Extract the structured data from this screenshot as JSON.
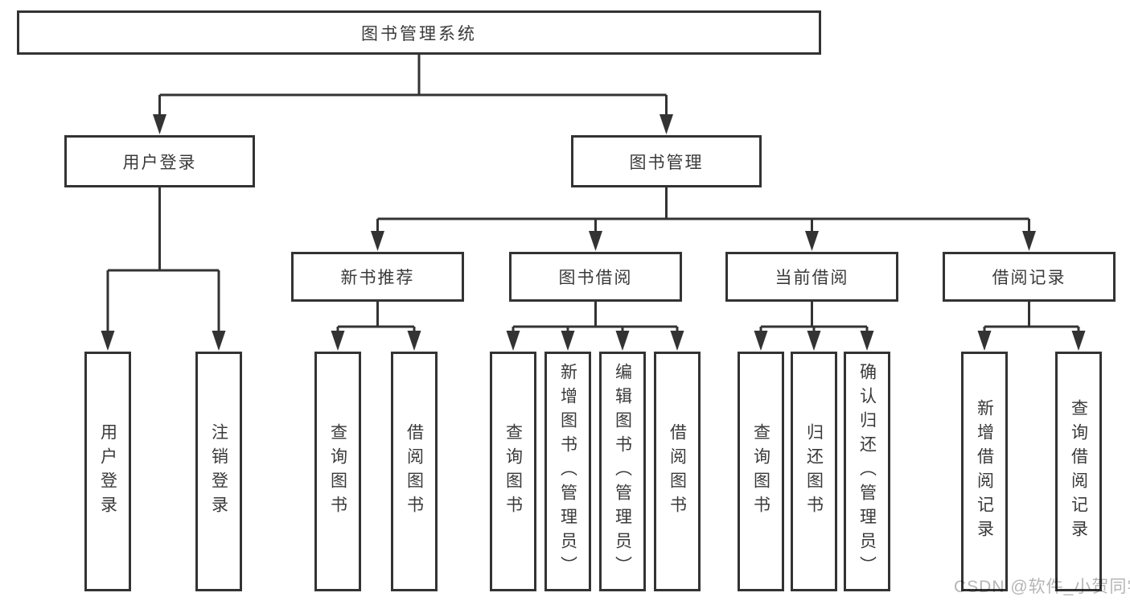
{
  "colors": {
    "line": "#333333",
    "border": "#333333",
    "text": "#3a3a3a",
    "background": "#ffffff",
    "watermark": "#b5b5b5"
  },
  "tree": {
    "root": {
      "label": "图书管理系统"
    },
    "user_login": {
      "label": "用户登录",
      "children": {
        "login": {
          "label": "用户登录"
        },
        "logout": {
          "label": "注销登录"
        }
      }
    },
    "book_mgmt": {
      "label": "图书管理",
      "children": {
        "new_book_rec": {
          "label": "新书推荐",
          "children": {
            "query_books": {
              "label": "查询图书"
            },
            "borrow_books": {
              "label": "借阅图书"
            }
          }
        },
        "book_borrow": {
          "label": "图书借阅",
          "children": {
            "query_books": {
              "label": "查询图书"
            },
            "add_books": {
              "label": "新增图书（管理员）"
            },
            "edit_books": {
              "label": "编辑图书（管理员）"
            },
            "borrow_books": {
              "label": "借阅图书"
            }
          }
        },
        "current_borrow": {
          "label": "当前借阅",
          "children": {
            "query_books": {
              "label": "查询图书"
            },
            "return_books": {
              "label": "归还图书"
            },
            "confirm_return": {
              "label": "确认归还（管理员）"
            }
          }
        },
        "borrow_records": {
          "label": "借阅记录",
          "children": {
            "add_record": {
              "label": "新增借阅记录"
            },
            "query_record": {
              "label": "查询借阅记录"
            }
          }
        }
      }
    }
  },
  "watermark": {
    "text": "CSDN @软件_小贺同学"
  }
}
